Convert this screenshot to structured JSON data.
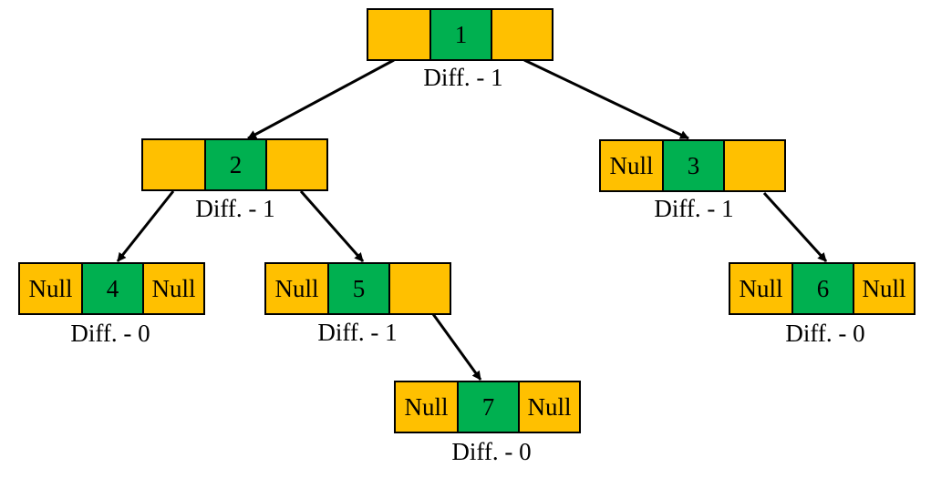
{
  "diagram": {
    "colors": {
      "pointer": "#FFC000",
      "value": "#00B050",
      "stroke": "#000000"
    },
    "nodes": [
      {
        "id": "n1",
        "left": "",
        "value": "1",
        "right": "",
        "diff": "Diff. - 1"
      },
      {
        "id": "n2",
        "left": "",
        "value": "2",
        "right": "",
        "diff": "Diff. - 1"
      },
      {
        "id": "n3",
        "left": "Null",
        "value": "3",
        "right": "",
        "diff": "Diff. - 1"
      },
      {
        "id": "n4",
        "left": "Null",
        "value": "4",
        "right": "Null",
        "diff": "Diff. - 0"
      },
      {
        "id": "n5",
        "left": "Null",
        "value": "5",
        "right": "",
        "diff": "Diff. - 1"
      },
      {
        "id": "n6",
        "left": "Null",
        "value": "6",
        "right": "Null",
        "diff": "Diff. - 0"
      },
      {
        "id": "n7",
        "left": "Null",
        "value": "7",
        "right": "Null",
        "diff": "Diff. - 0"
      }
    ],
    "edges": [
      {
        "from": "1",
        "to": "2"
      },
      {
        "from": "1",
        "to": "3"
      },
      {
        "from": "2",
        "to": "4"
      },
      {
        "from": "2",
        "to": "5"
      },
      {
        "from": "3",
        "to": "6"
      },
      {
        "from": "5",
        "to": "7"
      }
    ]
  }
}
